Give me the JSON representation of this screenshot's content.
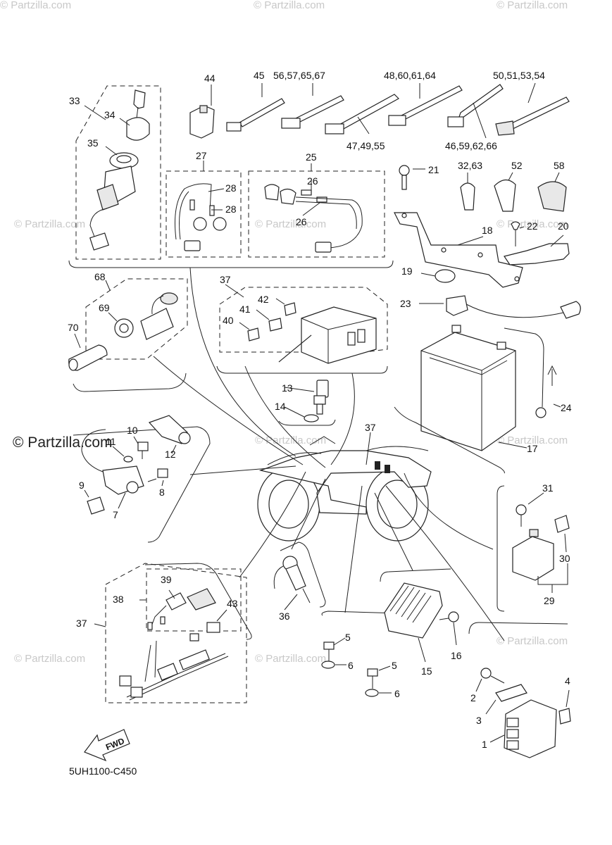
{
  "watermark": "© Partzilla.com",
  "copyright_mark": "© Partzilla.com",
  "diagram_code": "5UH1100-C450",
  "fwd_label": "FWD",
  "labels": {
    "l1": "1",
    "l2": "2",
    "l3": "3",
    "l4": "4",
    "l5a": "5",
    "l5b": "5",
    "l6a": "6",
    "l6b": "6",
    "l7": "7",
    "l8": "8",
    "l9": "9",
    "l10": "10",
    "l11": "11",
    "l12": "12",
    "l13": "13",
    "l14": "14",
    "l15": "15",
    "l16": "16",
    "l17": "17",
    "l18": "18",
    "l19": "19",
    "l20": "20",
    "l21": "21",
    "l22": "22",
    "l23": "23",
    "l24": "24",
    "l25": "25",
    "l26a": "26",
    "l26b": "26",
    "l27": "27",
    "l28a": "28",
    "l28b": "28",
    "l29": "29",
    "l30": "30",
    "l31": "31",
    "l32_63": "32,63",
    "l33": "33",
    "l34": "34",
    "l35": "35",
    "l36": "36",
    "l37a": "37",
    "l37b": "37",
    "l37c": "37",
    "l38": "38",
    "l39": "39",
    "l40": "40",
    "l41": "41",
    "l42": "42",
    "l43": "43",
    "l44": "44",
    "l45": "45",
    "l46_59_62_66": "46,59,62,66",
    "l47_49_55": "47,49,55",
    "l48_60_61_64": "48,60,61,64",
    "l50_51_53_54": "50,51,53,54",
    "l52": "52",
    "l56_57_65_67": "56,57,65,67",
    "l58": "58",
    "l68": "68",
    "l69": "69",
    "l70": "70"
  }
}
